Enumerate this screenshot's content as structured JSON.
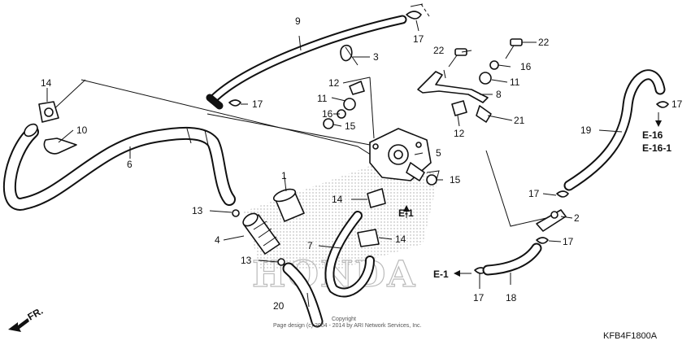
{
  "callouts": [
    {
      "id": "c1",
      "text": "1"
    },
    {
      "id": "c2",
      "text": "2"
    },
    {
      "id": "c3",
      "text": "3"
    },
    {
      "id": "c4",
      "text": "4"
    },
    {
      "id": "c5",
      "text": "5"
    },
    {
      "id": "c6",
      "text": "6"
    },
    {
      "id": "c7",
      "text": "7"
    },
    {
      "id": "c8",
      "text": "8"
    },
    {
      "id": "c9",
      "text": "9"
    },
    {
      "id": "c10",
      "text": "10"
    },
    {
      "id": "c11a",
      "text": "11"
    },
    {
      "id": "c11b",
      "text": "11"
    },
    {
      "id": "c12a",
      "text": "12"
    },
    {
      "id": "c12b",
      "text": "12"
    },
    {
      "id": "c13a",
      "text": "13"
    },
    {
      "id": "c13b",
      "text": "13"
    },
    {
      "id": "c14a",
      "text": "14"
    },
    {
      "id": "c14b",
      "text": "14"
    },
    {
      "id": "c14c",
      "text": "14"
    },
    {
      "id": "c15a",
      "text": "15"
    },
    {
      "id": "c15b",
      "text": "15"
    },
    {
      "id": "c16a",
      "text": "16"
    },
    {
      "id": "c16b",
      "text": "16"
    },
    {
      "id": "c17a",
      "text": "17"
    },
    {
      "id": "c17b",
      "text": "17"
    },
    {
      "id": "c17c",
      "text": "17"
    },
    {
      "id": "c17d",
      "text": "17"
    },
    {
      "id": "c17e",
      "text": "17"
    },
    {
      "id": "c17f",
      "text": "17"
    },
    {
      "id": "c18",
      "text": "18"
    },
    {
      "id": "c19",
      "text": "19"
    },
    {
      "id": "c20",
      "text": "20"
    },
    {
      "id": "c21",
      "text": "21"
    },
    {
      "id": "c22a",
      "text": "22"
    },
    {
      "id": "c22b",
      "text": "22"
    }
  ],
  "references": {
    "e1_upper": "E-1",
    "e1_lower": "E-1",
    "e16": "E-16",
    "e16_1": "E-16-1"
  },
  "direction": "FR.",
  "diagram_code": "KFB4F1800A",
  "watermark": "HONDA",
  "copyright": {
    "line1": "Copyright",
    "line2": "Page design (c) 2004 - 2014 by ARI Network Services, Inc."
  }
}
